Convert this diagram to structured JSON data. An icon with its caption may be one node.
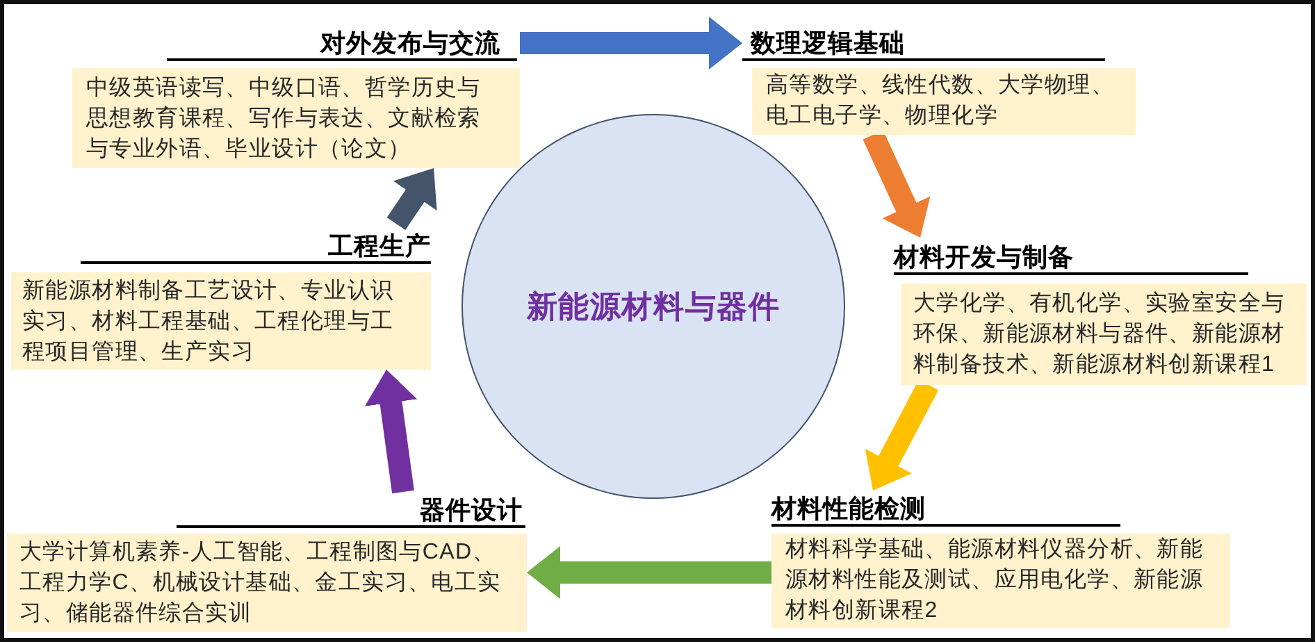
{
  "diagram": {
    "nodes": [
      {
        "text": [
          "对外发布与交流",
          "中级英语读写、中级口语、哲学历史与思想教育课程、写作与表达、文献检索与专业外语、毕业设计（论文）"
        ]
      },
      {
        "text": [
          "数理逻辑基础",
          "高等数学、线性代数、大学物理、电工电子学、物理化学"
        ]
      },
      {
        "text": [
          "新能源材料与器件"
        ]
      },
      {
        "text": [
          "工程生产",
          "新能源材料制备工艺设计、专业认识实习、材料工程基础、工程伦理与工程项目管理、生产实习"
        ]
      },
      {
        "text": [
          "材料开发与制备",
          "大学化学、有机化学、实验室安全与环保、新能源材料与器件、新能源材料制备技术、新能源材料创新课程1"
        ]
      },
      {
        "text": [
          "器件设计",
          "大学计算机素养-人工智能、工程制图与CAD、工程力学C、机械设计基础、金工实习、电工实习、储能器件综合实训"
        ]
      },
      {
        "text": [
          "材料性能检测",
          "材料科学基础、能源材料仪器分析、新能源材料性能及测试、应用电化学、新能源材料创新课程2"
        ]
      }
    ],
    "edges": [
      {
        "from": 0,
        "to": 1,
        "arrow": "to",
        "color": "#4472c4"
      },
      {
        "from": 1,
        "to": 4,
        "arrow": "to",
        "color": "#ed7d31"
      },
      {
        "from": 4,
        "to": 6,
        "arrow": "to",
        "color": "#ffc000"
      },
      {
        "from": 6,
        "to": 5,
        "arrow": "to",
        "color": "#70ad47"
      },
      {
        "from": 5,
        "to": 3,
        "arrow": "to",
        "color": "#7030a0"
      },
      {
        "from": 3,
        "to": 0,
        "arrow": "to",
        "color": "#44546a"
      }
    ]
  }
}
